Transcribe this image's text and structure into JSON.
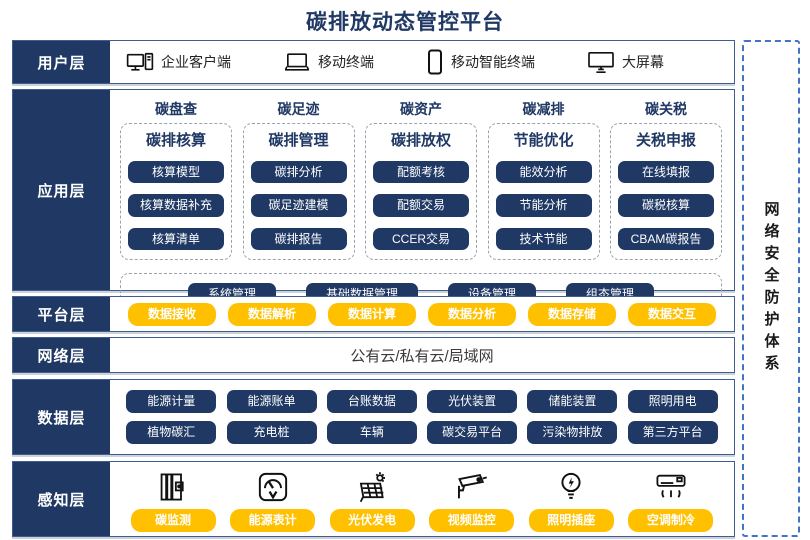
{
  "title": "碳排放动态管控平台",
  "colors": {
    "navy": "#1F3864",
    "yellow": "#FFC000",
    "border_blue": "#3f5d8e",
    "dash_blue": "#4472C4"
  },
  "layers": {
    "user": {
      "label": "用户层",
      "items": [
        {
          "icon": "desktop-pc-icon",
          "label": "企业客户端"
        },
        {
          "icon": "laptop-icon",
          "label": "移动终端"
        },
        {
          "icon": "smartphone-icon",
          "label": "移动智能终端"
        },
        {
          "icon": "big-screen-icon",
          "label": "大屏幕"
        }
      ]
    },
    "app": {
      "label": "应用层",
      "columns": [
        {
          "title": "碳盘查",
          "subtitle": "碳排核算",
          "items": [
            "核算模型",
            "核算数据补充",
            "核算清单"
          ]
        },
        {
          "title": "碳足迹",
          "subtitle": "碳排管理",
          "items": [
            "碳排分析",
            "碳足迹建模",
            "碳排报告"
          ]
        },
        {
          "title": "碳资产",
          "subtitle": "碳排放权",
          "items": [
            "配额考核",
            "配额交易",
            "CCER交易"
          ]
        },
        {
          "title": "碳减排",
          "subtitle": "节能优化",
          "items": [
            "能效分析",
            "节能分析",
            "技术节能"
          ]
        },
        {
          "title": "碳关税",
          "subtitle": "关税申报",
          "items": [
            "在线填报",
            "碳税核算",
            "CBAM碳报告"
          ]
        }
      ],
      "management": [
        "系统管理",
        "基础数据管理",
        "设备管理",
        "组态管理"
      ]
    },
    "platform": {
      "label": "平台层",
      "items": [
        "数据接收",
        "数据解析",
        "数据计算",
        "数据分析",
        "数据存储",
        "数据交互"
      ]
    },
    "network": {
      "label": "网络层",
      "text": "公有云/私有云/局域网"
    },
    "data": {
      "label": "数据层",
      "row1": [
        "能源计量",
        "能源账单",
        "台账数据",
        "光伏装置",
        "储能装置",
        "照明用电"
      ],
      "row2": [
        "植物碳汇",
        "充电桩",
        "车辆",
        "碳交易平台",
        "污染物排放",
        "第三方平台"
      ]
    },
    "perception": {
      "label": "感知层",
      "items": [
        {
          "icon": "carbon-monitor-icon",
          "label": "碳监测"
        },
        {
          "icon": "energy-meter-icon",
          "label": "能源表计"
        },
        {
          "icon": "solar-panel-icon",
          "label": "光伏发电"
        },
        {
          "icon": "cctv-camera-icon",
          "label": "视频监控"
        },
        {
          "icon": "light-bulb-icon",
          "label": "照明插座"
        },
        {
          "icon": "air-conditioner-icon",
          "label": "空调制冷"
        }
      ]
    }
  },
  "security_sidebar": {
    "text": "网络安全防护体系"
  }
}
